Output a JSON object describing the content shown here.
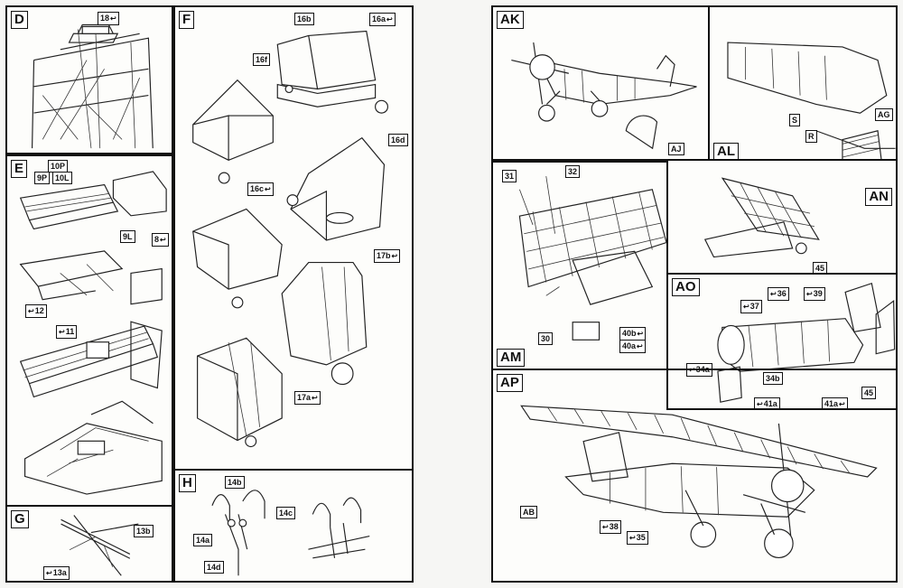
{
  "left_page": {
    "panels": {
      "D": {
        "label": "D",
        "callouts": [
          "18"
        ]
      },
      "E": {
        "label": "E",
        "callouts": [
          "10P",
          "9P",
          "10L",
          "9L",
          "8",
          "12",
          "11"
        ]
      },
      "F": {
        "label": "F",
        "callouts": [
          "16b",
          "16a",
          "16f",
          "16d",
          "16c",
          "17b",
          "17a"
        ]
      },
      "G": {
        "label": "G",
        "callouts": [
          "13b",
          "13a"
        ]
      },
      "H": {
        "label": "H",
        "callouts": [
          "14b",
          "14c",
          "14a",
          "14d"
        ]
      }
    }
  },
  "right_page": {
    "panels": {
      "AK": {
        "label": "AK",
        "callouts": [
          "AJ"
        ]
      },
      "AL": {
        "label": "AL",
        "callouts": [
          "S",
          "AG",
          "R"
        ]
      },
      "AM": {
        "label": "AM",
        "callouts": [
          "31",
          "32",
          "30",
          "40b",
          "40a"
        ]
      },
      "AN": {
        "label": "AN",
        "callouts": [
          "45"
        ]
      },
      "AO": {
        "label": "AO",
        "callouts": [
          "37",
          "36",
          "39",
          "34a",
          "34b",
          "41a",
          "41a",
          "45"
        ]
      },
      "AP": {
        "label": "AP",
        "callouts": [
          "AB",
          "38",
          "35"
        ]
      }
    }
  }
}
